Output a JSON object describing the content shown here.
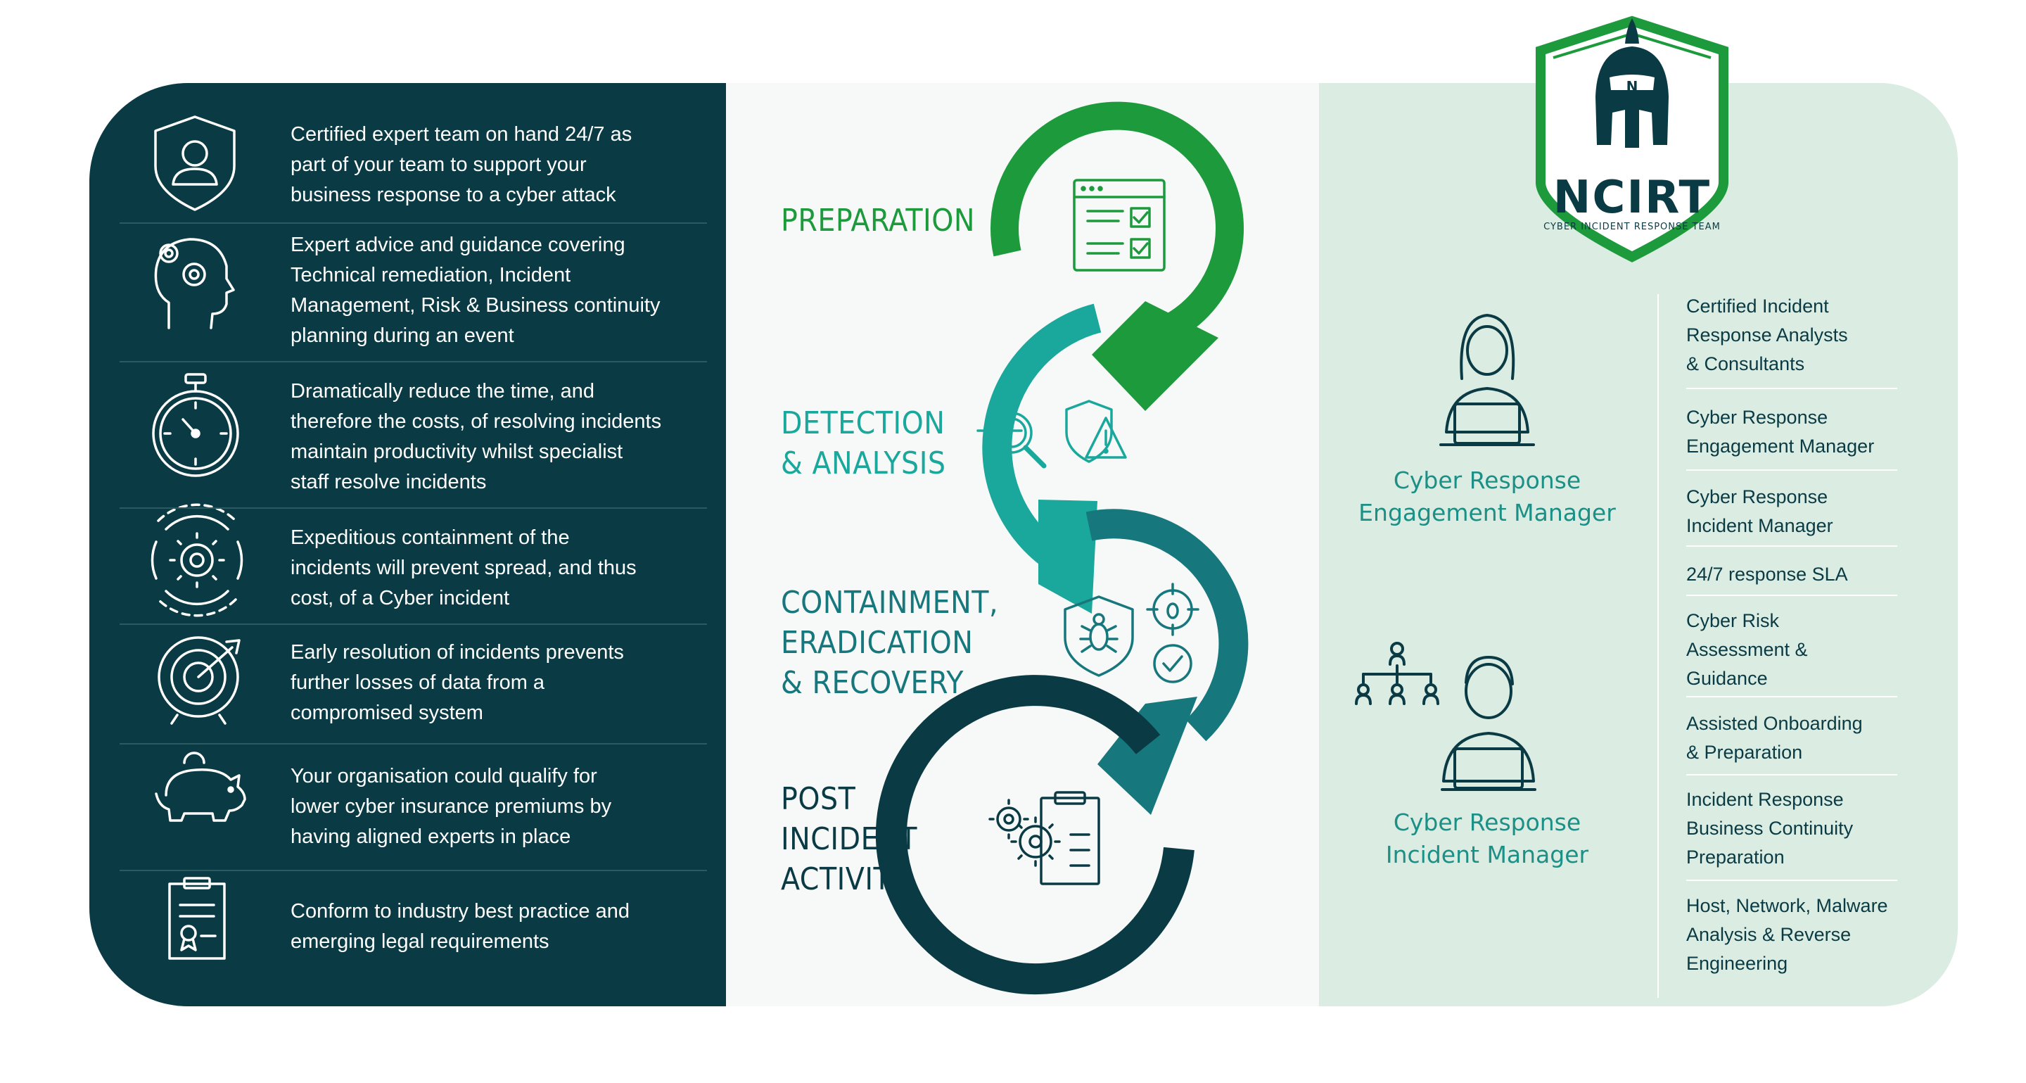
{
  "logo": {
    "wordmark": "NCIRT",
    "tagline": "CYBER INCIDENT RESPONSE TEAM",
    "badge_letter": "N"
  },
  "benefits": [
    {
      "icon": "shield-user-icon",
      "lines": [
        "Certified expert team on hand 24/7 as",
        "part of your team to support your",
        "business response to a cyber attack"
      ]
    },
    {
      "icon": "head-gears-icon",
      "lines": [
        "Expert advice and guidance covering",
        "Technical remediation, Incident",
        "Management, Risk & Business continuity",
        "planning during an event"
      ]
    },
    {
      "icon": "stopwatch-icon",
      "lines": [
        "Dramatically reduce the time, and",
        "therefore the costs, of resolving incidents",
        "maintain productivity whilst specialist",
        "staff resolve incidents"
      ]
    },
    {
      "icon": "containment-gear-icon",
      "lines": [
        "Expeditious containment of the",
        "incidents will prevent spread, and thus",
        "cost, of a Cyber incident"
      ]
    },
    {
      "icon": "target-arrow-icon",
      "lines": [
        "Early resolution of incidents prevents",
        "further losses of data from a",
        "compromised system"
      ]
    },
    {
      "icon": "piggy-bank-icon",
      "lines": [
        "Your organisation could qualify for",
        "lower cyber insurance premiums by",
        "having aligned experts in place"
      ]
    },
    {
      "icon": "certificate-icon",
      "lines": [
        "Conform to industry best practice and",
        "emerging legal requirements"
      ]
    }
  ],
  "phases": [
    {
      "lines": [
        "PREPARATION"
      ],
      "color": "#1c9a3c",
      "icon": "checklist-window-icon"
    },
    {
      "lines": [
        "DETECTION",
        "& ANALYSIS"
      ],
      "color": "#1aa79c",
      "icon": "magnifier-alert-icon"
    },
    {
      "lines": [
        "CONTAINMENT,",
        "ERADICATION",
        "& RECOVERY"
      ],
      "color": "#16777c",
      "icon": "shield-bug-icon"
    },
    {
      "lines": [
        "POST",
        "INCIDENT",
        "ACTIVITY"
      ],
      "color": "#0a3b44",
      "icon": "gears-clipboard-icon"
    }
  ],
  "roles": [
    {
      "lines": [
        "Cyber Response",
        "Engagement Manager"
      ],
      "icon": "woman-laptop-icon"
    },
    {
      "lines": [
        "Cyber Response",
        "Incident Manager"
      ],
      "icon": "man-laptop-hierarchy-icon"
    }
  ],
  "services": [
    [
      "Certified Incident",
      "Response Analysts",
      "& Consultants"
    ],
    [
      "Cyber Response",
      "Engagement Manager"
    ],
    [
      "Cyber Response",
      "Incident Manager"
    ],
    [
      "24/7 response SLA"
    ],
    [
      "Cyber Risk",
      "Assessment &",
      "Guidance"
    ],
    [
      "Assisted Onboarding",
      "& Preparation"
    ],
    [
      "Incident Response",
      "Business Continuity",
      "Preparation"
    ],
    [
      "Host, Network, Malware",
      "Analysis & Reverse",
      "Engineering"
    ]
  ],
  "colors": {
    "dark": "#0a3b44",
    "green": "#1c9a3c",
    "teal": "#1aa79c",
    "deep_teal": "#16777c",
    "mint": "#dbece2"
  }
}
